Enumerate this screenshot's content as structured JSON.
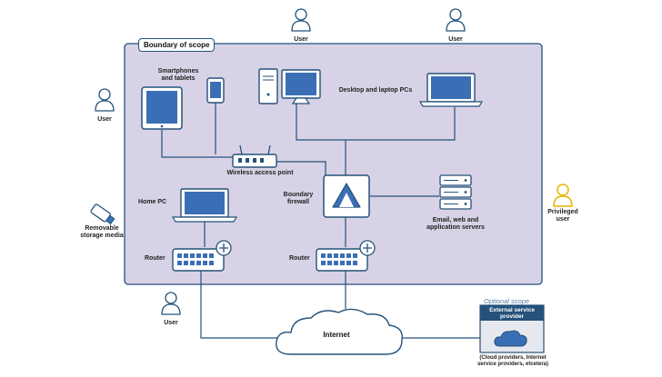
{
  "diagram": {
    "scope_title": "Boundary of scope",
    "optional_scope": "Optional scope",
    "users": {
      "user_top_left": "User",
      "user_top_right": "User",
      "user_left": "User",
      "user_bottom": "User",
      "privileged_user": "Privileged\nuser"
    },
    "devices": {
      "smartphones": "Smartphones\nand tablets",
      "desktop_laptop": "Desktop and laptop PCs",
      "wireless_ap": "Wireless access point",
      "boundary_firewall": "Boundary\nfirewall",
      "servers": "Email, web and\napplication servers",
      "home_pc": "Home PC",
      "router_left": "Router",
      "router_right": "Router",
      "removable_media": "Removable\nstorage media",
      "internet": "Internet"
    },
    "external": {
      "title": "External service\nprovider",
      "note": "(Cloud providers, Internet\nservice providers, etcetera)"
    },
    "colors": {
      "scope_fill": "#d8d2e6",
      "scope_border": "#24527a",
      "device_blue": "#24527a",
      "screen_blue": "#3b6fb5",
      "line": "#24527a",
      "privileged_user": "#e8b400"
    }
  }
}
